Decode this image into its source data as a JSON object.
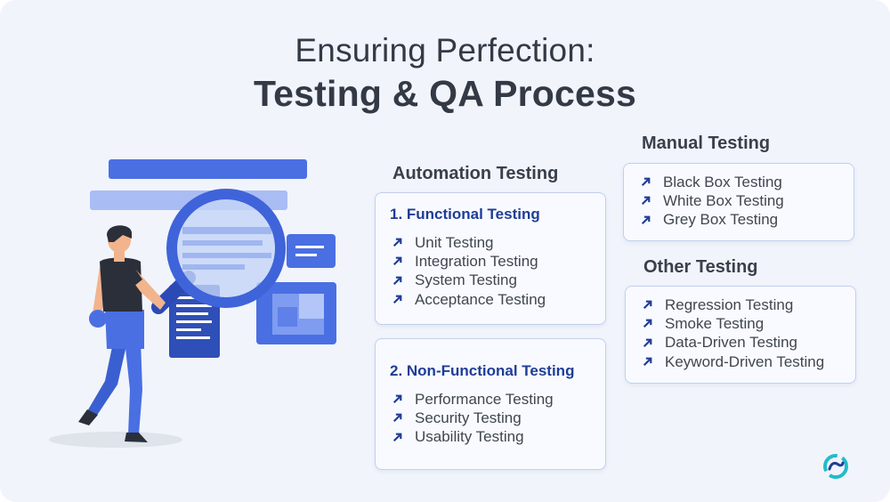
{
  "title": {
    "line1": "Ensuring Perfection:",
    "line2": "Testing & QA Process"
  },
  "automation": {
    "heading": "Automation Testing",
    "functional": {
      "title": "1. Functional Testing",
      "items": [
        "Unit Testing",
        "Integration Testing",
        "System Testing",
        "Acceptance Testing"
      ]
    },
    "non_functional": {
      "title": "2. Non-Functional Testing",
      "items": [
        "Performance Testing",
        "Security Testing",
        "Usability Testing"
      ]
    }
  },
  "manual": {
    "heading": "Manual Testing",
    "items": [
      "Black Box Testing",
      "White Box Testing",
      "Grey Box Testing"
    ]
  },
  "other": {
    "heading": "Other Testing",
    "items": [
      "Regression Testing",
      "Smoke Testing",
      "Data-Driven Testing",
      "Keyword-Driven Testing"
    ]
  },
  "colors": {
    "background": "#f1f4fb",
    "card_title": "#1f3d96",
    "arrow": "#1f3d96",
    "card_border": "#c3cfee",
    "illustration_blue": "#3f63d9",
    "logo_teal": "#22bcc9"
  },
  "icons": {
    "bullet": "arrow-up-right-icon",
    "logo": "brand-logo-icon",
    "illustration": "person-with-magnifier-illustration"
  }
}
